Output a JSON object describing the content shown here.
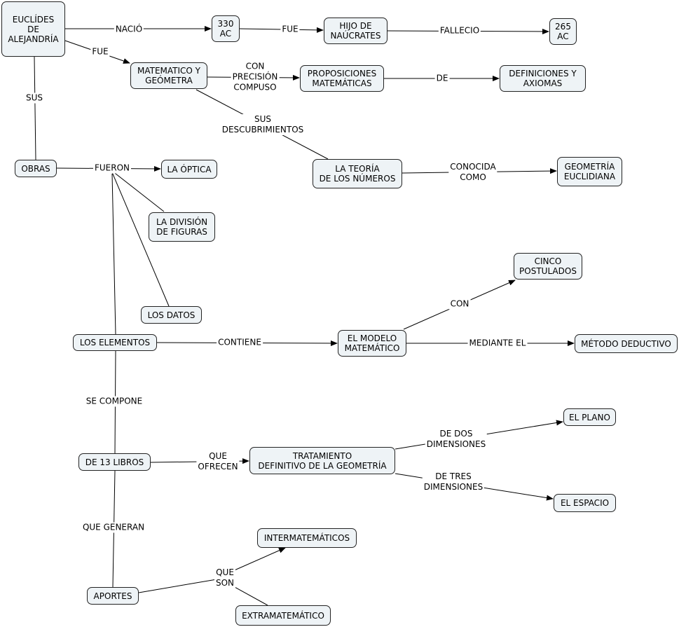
{
  "nodes": {
    "euclides": "EUCLÍDES\nDE\nALEJANDRÍA",
    "nacio_330": "330\nAC",
    "hijo": "HIJO DE\nNAÚCRATES",
    "fallecio_265": "265\nAC",
    "matematico": "MATEMATICO Y\nGEÓMETRA",
    "proposiciones": "PROPOSICIONES\nMATEMÁTICAS",
    "definiciones": "DEFINICIONES Y\nAXIOMAS",
    "obras": "OBRAS",
    "optica": "LA ÓPTICA",
    "teoria": "LA TEORÍA\nDE LOS NÚMEROS",
    "geometria_euclidiana": "GEOMETRÍA\nEUCLIDIANA",
    "division": "LA DIVISIÓN\nDE FIGURAS",
    "cinco": "CINCO\nPOSTULADOS",
    "datos": "LOS DATOS",
    "elementos": "LOS ELEMENTOS",
    "modelo": "EL MODELO\nMATEMÁTICO",
    "metodo": "MÉTODO DEDUCTIVO",
    "plano": "EL PLANO",
    "libros": "DE 13 LIBROS",
    "tratamiento": "TRATAMIENTO\nDEFINITIVO DE LA GEOMETRÍA",
    "espacio": "EL ESPACIO",
    "intermatematicos": "INTERMATEMÁTICOS",
    "aportes": "APORTES",
    "extramatematico": "EXTRAMATEMÁTICO"
  },
  "labels": {
    "nacio": "NACIÓ",
    "fue1": "FUE",
    "fallecio": "FALLECIO",
    "fue2": "FUE",
    "con_precision": "CON\nPRECISIÓN\nCOMPUSO",
    "de": "DE",
    "sus": "SUS",
    "sus_descubrimientos": "SUS\nDESCUBRIMIENTOS",
    "fueron": "FUERON",
    "conocida_como": "CONOCIDA\nCOMO",
    "con": "CON",
    "contiene": "CONTIENE",
    "mediante_el": "MEDIANTE EL",
    "se_compone": "SE COMPONE",
    "de_dos": "DE DOS\nDIMENSIONES",
    "que_ofrecen": "QUE\nOFRECEN",
    "de_tres": "DE TRES\nDIMENSIONES",
    "que_generan": "QUE GENERAN",
    "que_son": "QUE\nSON"
  }
}
